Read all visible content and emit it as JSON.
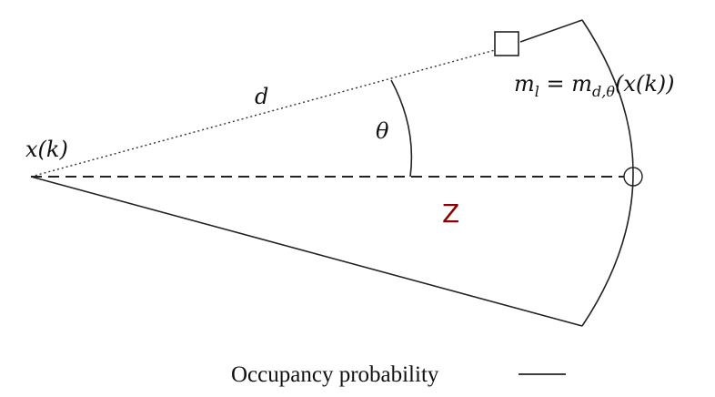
{
  "labels": {
    "origin": "x(k)",
    "distance": "d",
    "angle": "θ",
    "cell_main": "m",
    "cell_main_sub": "l",
    "cell_eq": " = ",
    "cell_rhs_main": "m",
    "cell_rhs_sub": "d,θ",
    "cell_rhs_args": "(x(k))",
    "range": "Z"
  },
  "legend": {
    "label": "Occupancy probability"
  },
  "colors": {
    "line": "#222222",
    "range_label": "#8b0000"
  }
}
